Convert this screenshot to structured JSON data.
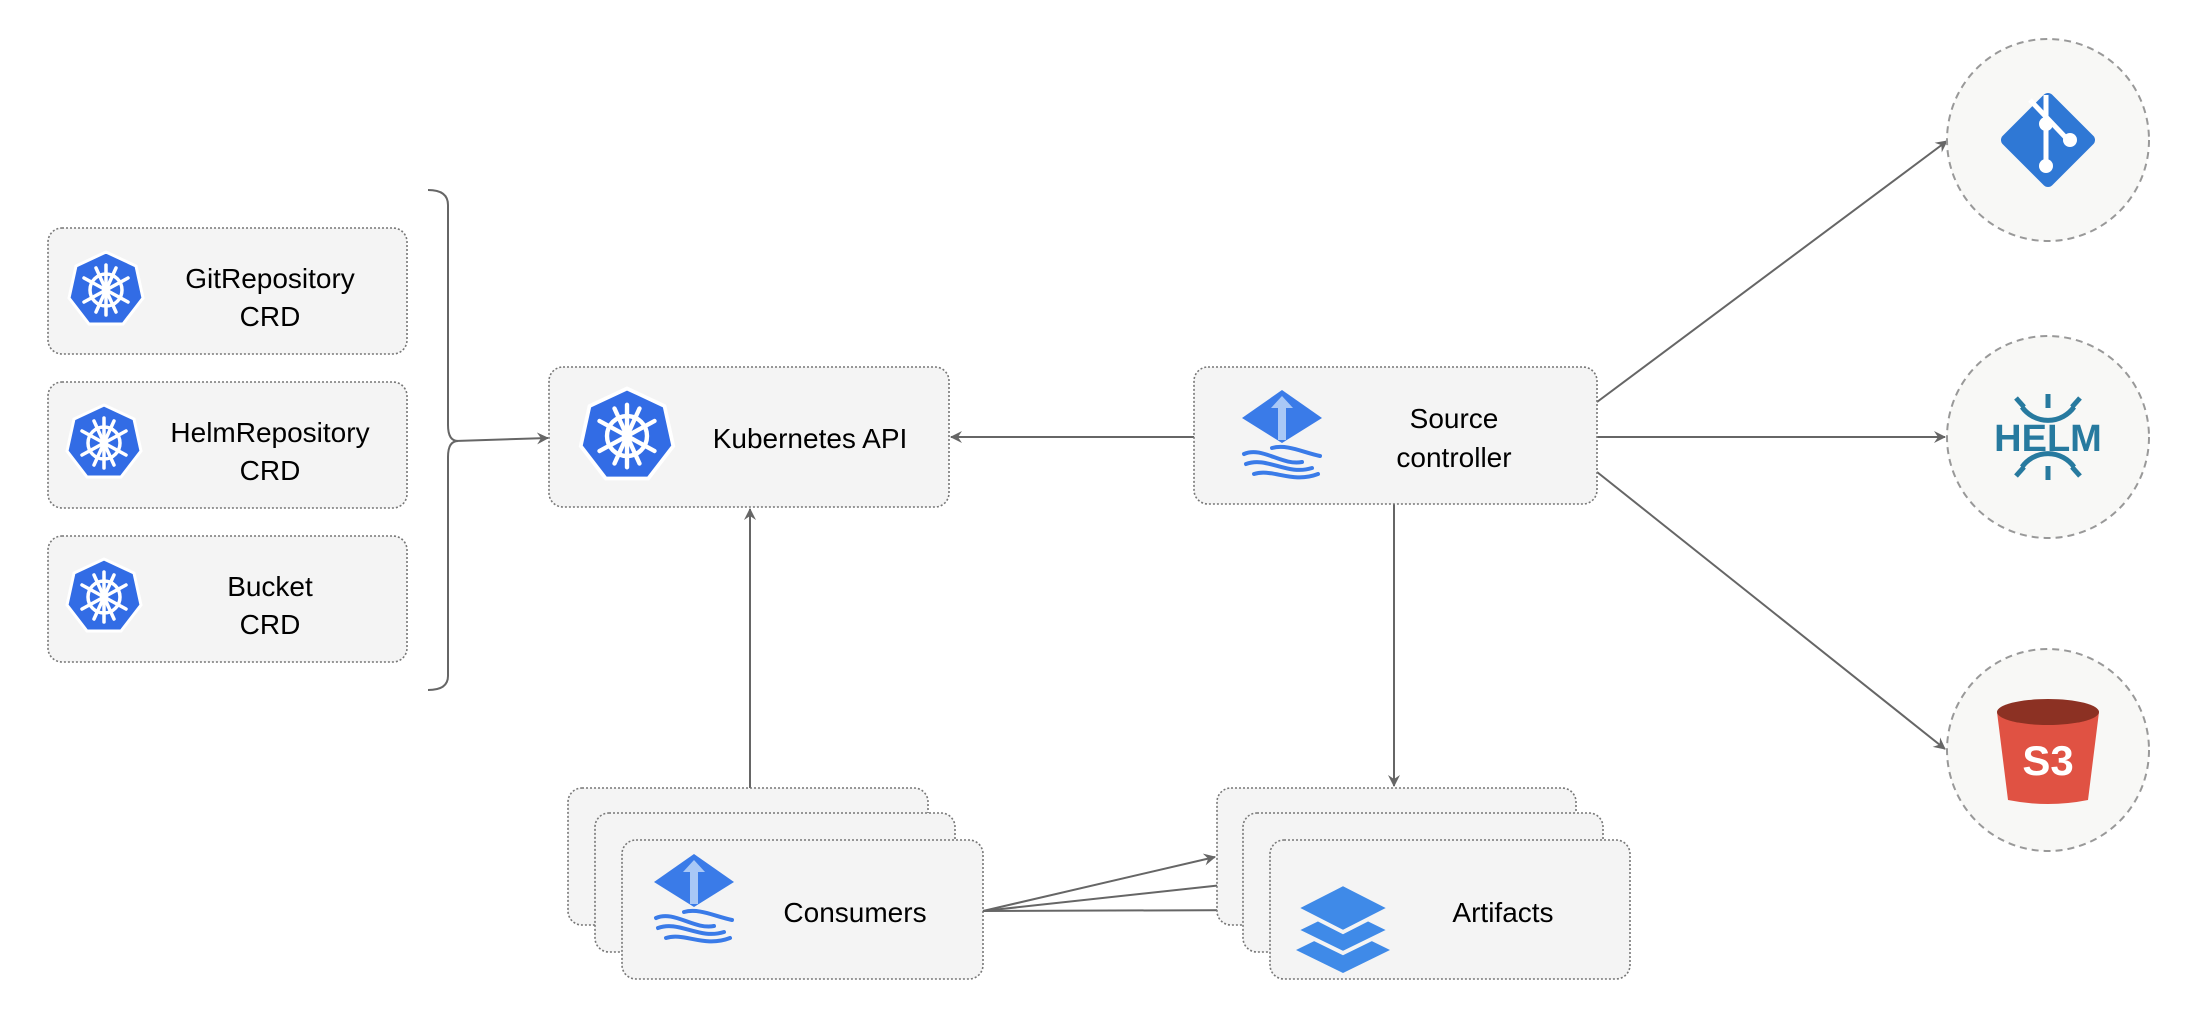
{
  "crds": [
    {
      "line1": "GitRepository",
      "line2": "CRD"
    },
    {
      "line1": "HelmRepository",
      "line2": "CRD"
    },
    {
      "line1": "Bucket",
      "line2": "CRD"
    }
  ],
  "kubernetes_api": {
    "label": "Kubernetes API"
  },
  "source_controller": {
    "line1": "Source",
    "line2": "controller"
  },
  "consumers": {
    "label": "Consumers"
  },
  "artifacts": {
    "label": "Artifacts"
  },
  "sources": {
    "git": {
      "icon": "git-icon",
      "color": "#2f78d5"
    },
    "helm": {
      "text": "HELM",
      "color": "#277a9f"
    },
    "s3": {
      "text": "S3",
      "color": "#e05243",
      "top_color": "#8c3123"
    }
  },
  "colors": {
    "kubernetes": "#326ce5",
    "flux": "#3a7be8",
    "artifacts": "#3f8ae8"
  }
}
